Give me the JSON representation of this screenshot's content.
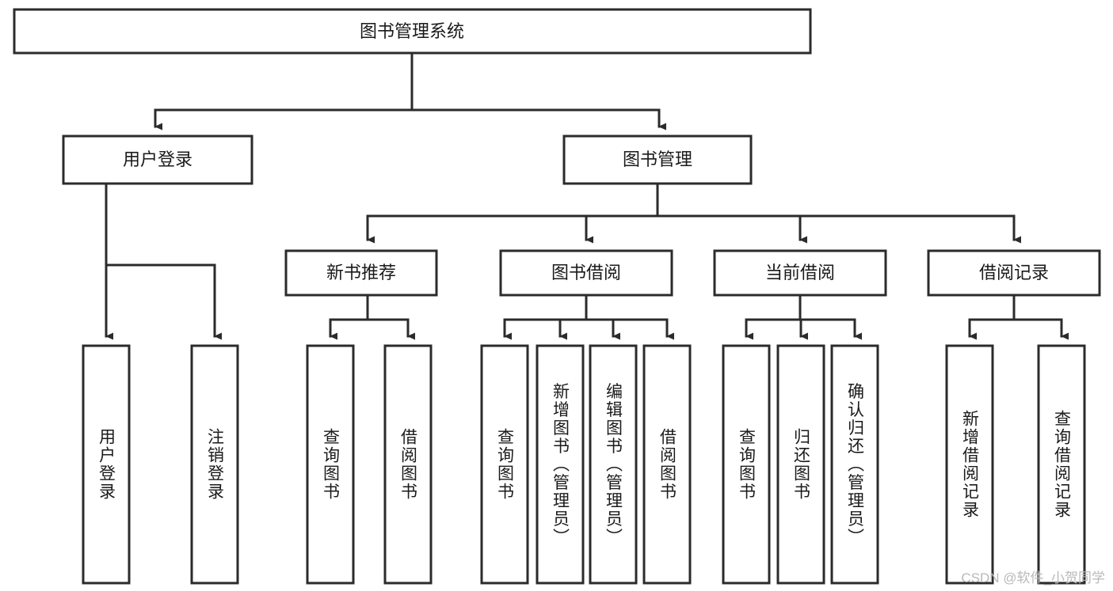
{
  "diagram": {
    "type": "tree",
    "title": "图书管理系统",
    "root": {
      "id": "root",
      "label": "图书管理系统"
    },
    "level2": [
      {
        "id": "user-login",
        "label": "用户登录"
      },
      {
        "id": "book-manage",
        "label": "图书管理"
      }
    ],
    "level3": [
      {
        "id": "new-book-recommend",
        "label": "新书推荐",
        "parent": "book-manage"
      },
      {
        "id": "book-borrow",
        "label": "图书借阅",
        "parent": "book-manage"
      },
      {
        "id": "current-borrow",
        "label": "当前借阅",
        "parent": "book-manage"
      },
      {
        "id": "borrow-record",
        "label": "借阅记录",
        "parent": "book-manage"
      }
    ],
    "leaves": {
      "user-login": [
        {
          "id": "leaf-user-login",
          "label": "用户登录"
        },
        {
          "id": "leaf-logout",
          "label": "注销登录"
        }
      ],
      "new-book-recommend": [
        {
          "id": "leaf-query-book-1",
          "label": "查询图书"
        },
        {
          "id": "leaf-borrow-book-1",
          "label": "借阅图书"
        }
      ],
      "book-borrow": [
        {
          "id": "leaf-query-book-2",
          "label": "查询图书"
        },
        {
          "id": "leaf-add-book",
          "label": "新增图书（管理员）"
        },
        {
          "id": "leaf-edit-book",
          "label": "编辑图书（管理员）"
        },
        {
          "id": "leaf-borrow-book-2",
          "label": "借阅图书"
        }
      ],
      "current-borrow": [
        {
          "id": "leaf-query-book-3",
          "label": "查询图书"
        },
        {
          "id": "leaf-return-book",
          "label": "归还图书"
        },
        {
          "id": "leaf-confirm-return",
          "label": "确认归还（管理员）"
        }
      ],
      "borrow-record": [
        {
          "id": "leaf-add-record",
          "label": "新增借阅记录"
        },
        {
          "id": "leaf-query-record",
          "label": "查询借阅记录"
        }
      ]
    },
    "colors": {
      "stroke": "#2b2b2b",
      "fill": "#ffffff",
      "text": "#1a1a1a",
      "watermark": "#b9b9b9"
    }
  },
  "watermark": {
    "text": "CSDN @软件_小贺同学"
  }
}
